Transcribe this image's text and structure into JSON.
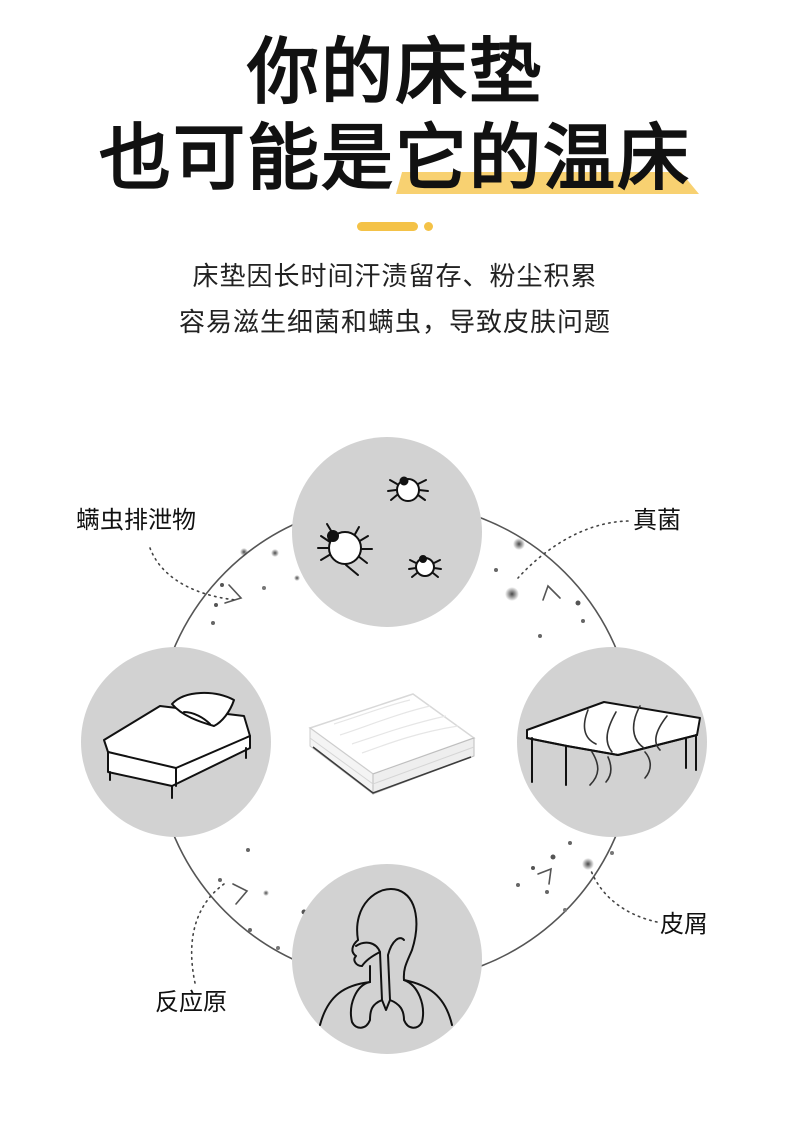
{
  "header": {
    "title_line1": "你的床垫",
    "title_line2": "也可能是它的温床"
  },
  "intro": {
    "line1": "床垫因长时间汗渍留存、粉尘积累",
    "line2": "容易滋生细菌和螨虫，导致皮肤问题"
  },
  "diagram": {
    "labels": {
      "mite_excrement": "螨虫排泄物",
      "fungus": "真菌",
      "dander": "皮屑",
      "allergen": "反应原"
    },
    "nodes": [
      {
        "icon": "mites-icon"
      },
      {
        "icon": "mattress-fabric-icon"
      },
      {
        "icon": "respiratory-system-icon"
      },
      {
        "icon": "bed-icon"
      }
    ],
    "center_icon": "mattress-icon"
  },
  "colors": {
    "accent": "#f4c247",
    "highlight": "#f8d171",
    "circle_fill": "#d2d2d2",
    "line": "#555555",
    "text": "#111111"
  }
}
